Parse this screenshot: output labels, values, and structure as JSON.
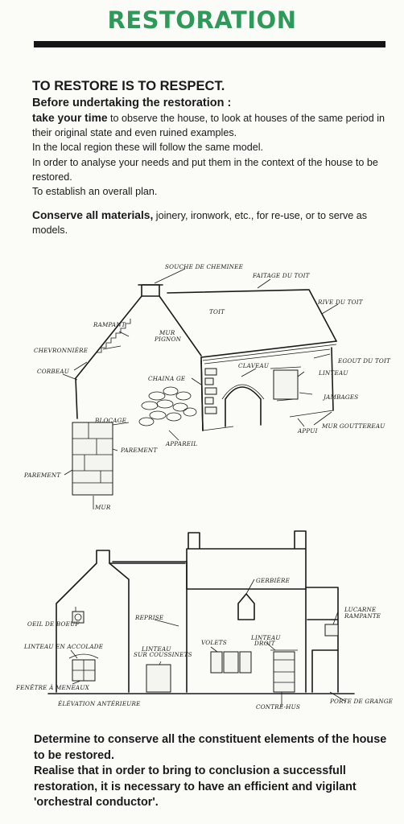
{
  "colors": {
    "title": "#2e9a5a",
    "rule": "#151515",
    "ink": "#1a1a1a"
  },
  "header": {
    "title": "RESTORATION"
  },
  "intro": {
    "heading": "TO RESTORE IS TO RESPECT.",
    "subheading": "Before undertaking the restoration :",
    "take_time_bold": "take your time",
    "take_time_rest": " to observe the house, to look at houses of the same period in their original state and even ruined examples.",
    "line_local": "In the local region these will follow the same model.",
    "line_analyse": "In order to analyse your needs and put them in the context of the house to be restored.",
    "line_plan": "To establish an overall plan.",
    "conserve_bold": "Conserve all materials,",
    "conserve_rest": " joinery, ironwork, etc., for re-use, or to serve as models."
  },
  "figure1": {
    "labels": {
      "souche": "SOUCHE DE CHEMINEE",
      "faitage": "FAITAGE DU TOIT",
      "rive": "RIVE DU TOIT",
      "toit": "TOIT",
      "rampant": "RAMPANT",
      "mur_pignon_1": "MUR",
      "mur_pignon_2": "PIGNON",
      "chevronniere": "CHEVRONNIÈRE",
      "egout": "EGOUT DU TOIT",
      "corbeau": "CORBEAU",
      "claveau": "CLAVEAU",
      "linteau": "LINTEAU",
      "chainage": "CHAINA GE",
      "jambages": "JAMBAGES",
      "blocage": "BLOCAGE",
      "appareil": "APPAREIL",
      "appui": "APPUI",
      "mur_gouttereau": "MUR GOUTTEREAU",
      "parement_1": "PAREMENT",
      "parement_2": "PAREMENT",
      "mur": "MUR"
    }
  },
  "figure2": {
    "labels": {
      "gerbiere": "GERBIÈRE",
      "lucarne_1": "LUCARNE",
      "lucarne_2": "RAMPANTE",
      "oeil": "OEIL DE BOEUF",
      "reprise": "REPRISE",
      "linteau_accolade": "LINTEAU EN ACCOLADE",
      "linteau_c1": "LINTEAU",
      "linteau_c2": "SUR COUSSINETS",
      "volets": "VOLETS",
      "linteau_droit_1": "LINTEAU",
      "linteau_droit_2": "DROIT",
      "fenetre": "FENÊTRE À MENEAUX",
      "elevation": "ÉLÉVATION ANTÉRIEURE",
      "contre_hus": "CONTRE-HUS",
      "porte_grange": "PORTE DE GRANGE"
    }
  },
  "outro": {
    "p1": "Determine to conserve all the constituent elements of the house to be restored.",
    "p2": "Realise that in order to bring to conclusion a successfull restoration, it is necessary to have an efficient and vigilant 'orchestral conductor'."
  }
}
